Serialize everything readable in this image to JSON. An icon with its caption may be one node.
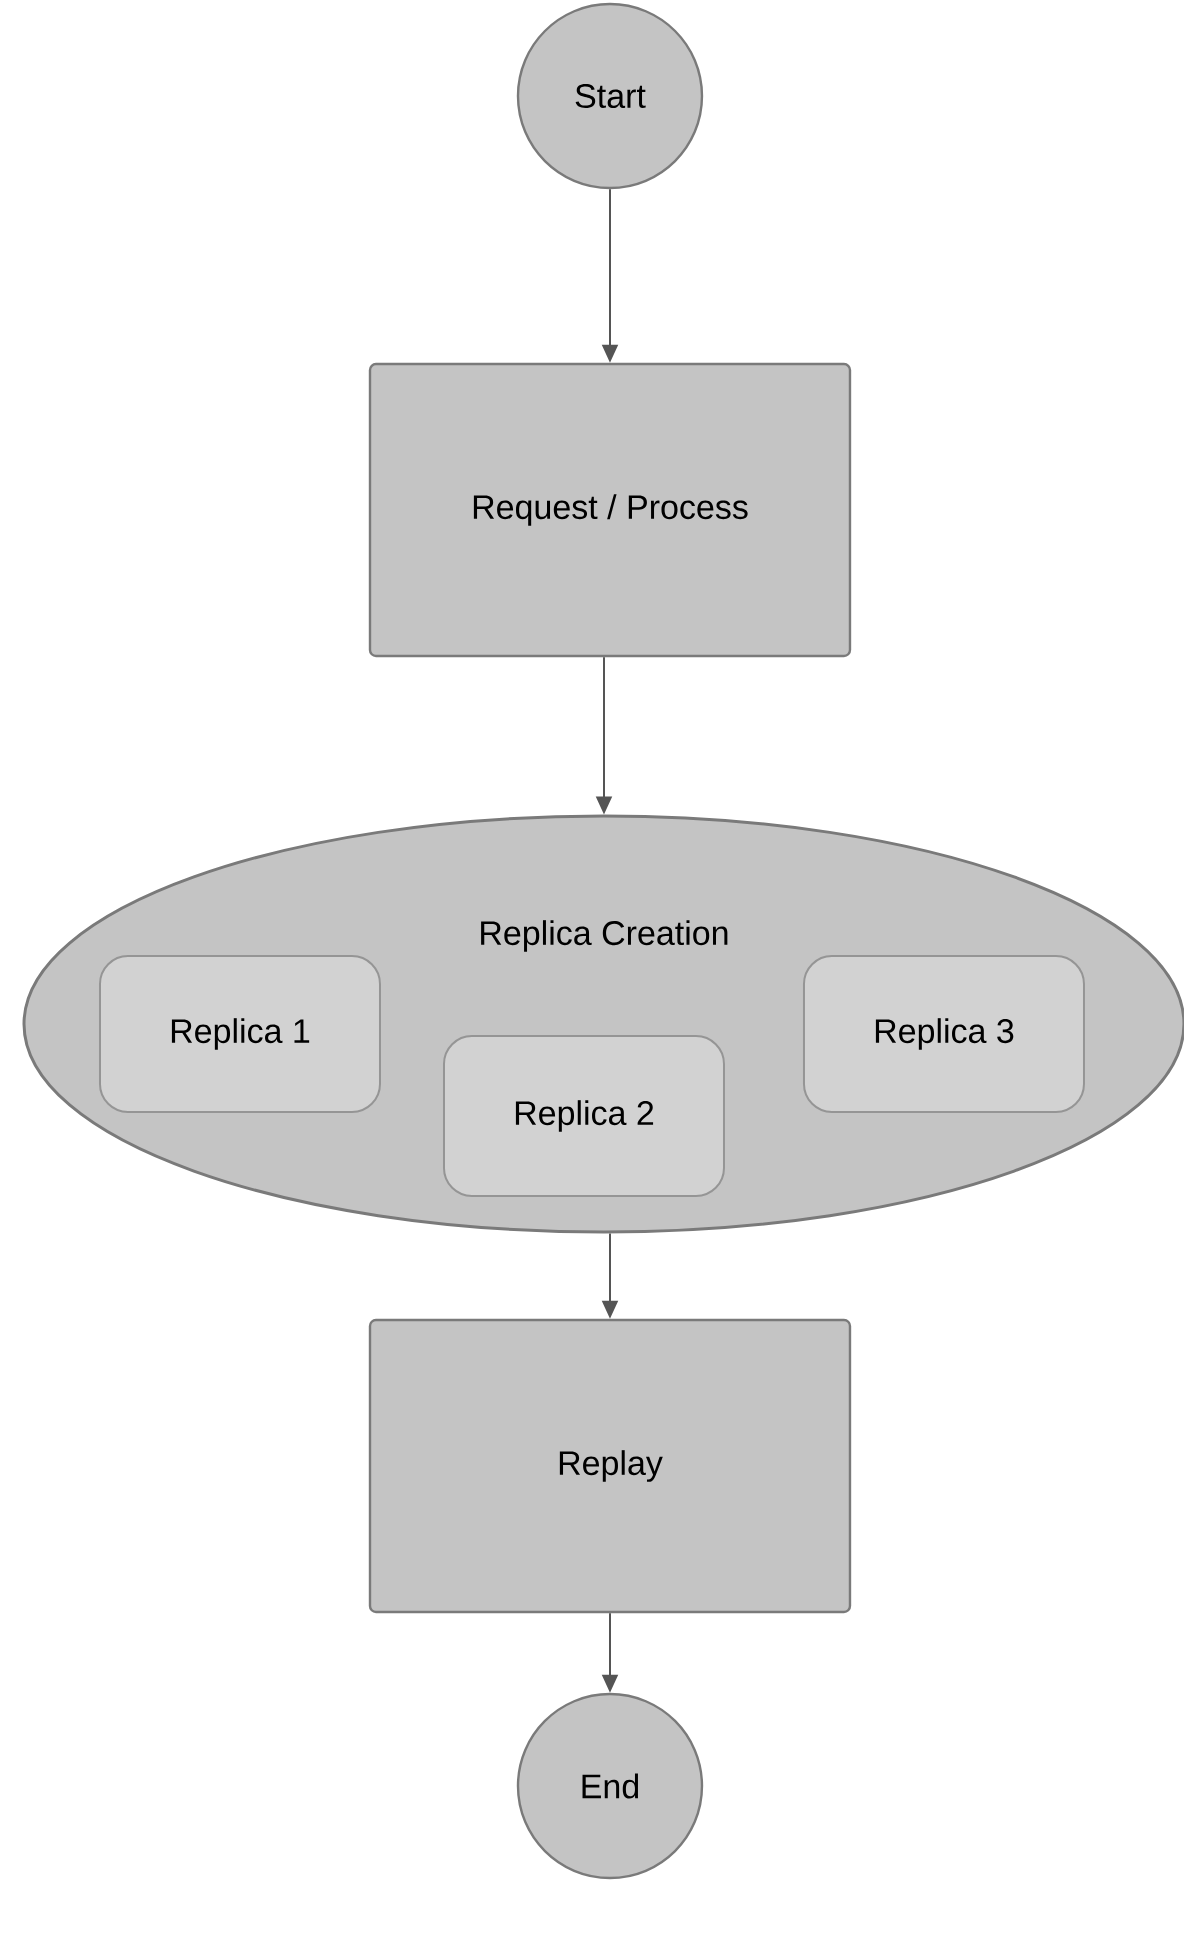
{
  "diagram": {
    "nodes": [
      {
        "text": [
          "Start"
        ]
      },
      {
        "text": [
          "Request / Process"
        ]
      },
      {
        "text": [
          "Replica Creation"
        ]
      },
      {
        "text": [
          "Replica 1"
        ],
        "in": 2
      },
      {
        "text": [
          "Replica 2"
        ],
        "in": 2
      },
      {
        "text": [
          "Replica 3"
        ],
        "in": 2
      },
      {
        "text": [
          "Replay"
        ]
      },
      {
        "text": [
          "End"
        ]
      }
    ],
    "edges": [
      {
        "from": 0,
        "to": 1,
        "arrow": "to"
      },
      {
        "from": 1,
        "to": 2,
        "arrow": "to"
      },
      {
        "from": 2,
        "to": 6,
        "arrow": "to"
      },
      {
        "from": 6,
        "to": 7,
        "arrow": "to"
      }
    ]
  }
}
